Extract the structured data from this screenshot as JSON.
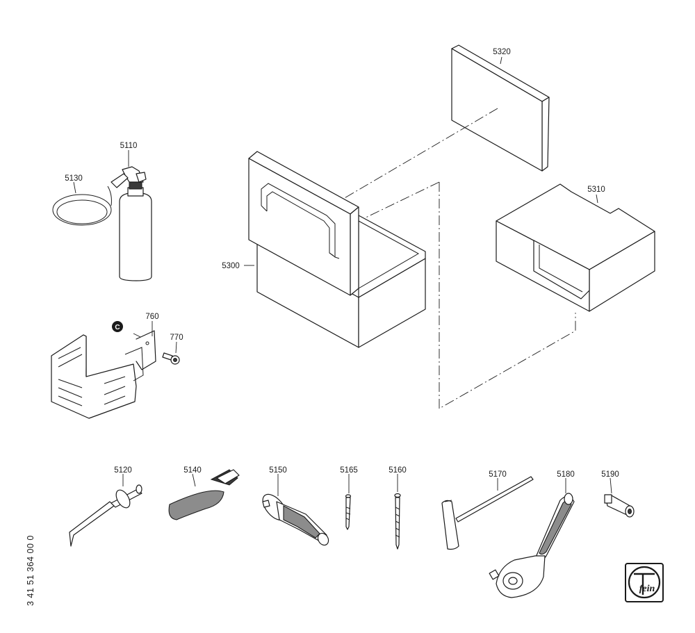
{
  "document_number": "3 41 51 364 00 0",
  "brand": "fein",
  "callout": {
    "letter": "C"
  },
  "parts": [
    {
      "id": "5320",
      "label": "5320",
      "name": "foam panel"
    },
    {
      "id": "5300",
      "label": "5300",
      "name": "carrying case"
    },
    {
      "id": "5310",
      "label": "5310",
      "name": "foam insert"
    },
    {
      "id": "5110",
      "label": "5110",
      "name": "spray bottle"
    },
    {
      "id": "5130",
      "label": "5130",
      "name": "hose"
    },
    {
      "id": "760",
      "label": "760",
      "name": "holder"
    },
    {
      "id": "770",
      "label": "770",
      "name": "screw"
    },
    {
      "id": "5120",
      "label": "5120",
      "name": "pin"
    },
    {
      "id": "5140",
      "label": "5140",
      "name": "strap"
    },
    {
      "id": "5150",
      "label": "5150",
      "name": "handle"
    },
    {
      "id": "5165",
      "label": "5165",
      "name": "drill bit small"
    },
    {
      "id": "5160",
      "label": "5160",
      "name": "drill bit"
    },
    {
      "id": "5170",
      "label": "5170",
      "name": "T-handle key"
    },
    {
      "id": "5180",
      "label": "5180",
      "name": "ratchet"
    },
    {
      "id": "5190",
      "label": "5190",
      "name": "socket"
    }
  ],
  "colors": {
    "line": "#1a1a1a",
    "shade": "#8c8c8c",
    "dark": "#3a3a3a",
    "background": "#ffffff"
  }
}
